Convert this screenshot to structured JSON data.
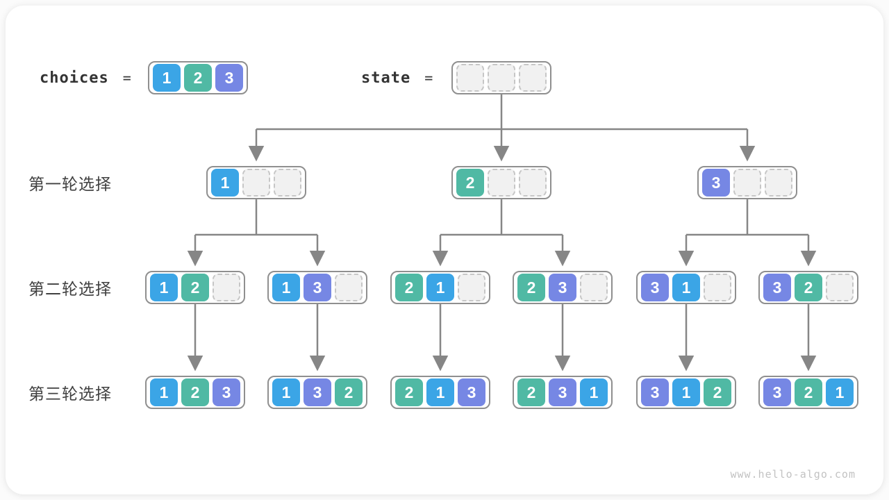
{
  "diagram": {
    "header": {
      "choices_label": "choices",
      "state_label": "state",
      "equals": "=",
      "choices_values": [
        1,
        2,
        3
      ],
      "state_slot_count": 3
    },
    "rows": [
      {
        "label": "第一轮选择",
        "nodes": [
          [
            1
          ],
          [
            2
          ],
          [
            3
          ]
        ]
      },
      {
        "label": "第二轮选择",
        "nodes": [
          [
            1,
            2
          ],
          [
            1,
            3
          ],
          [
            2,
            1
          ],
          [
            2,
            3
          ],
          [
            3,
            1
          ],
          [
            3,
            2
          ]
        ]
      },
      {
        "label": "第三轮选择",
        "nodes": [
          [
            1,
            2,
            3
          ],
          [
            1,
            3,
            2
          ],
          [
            2,
            1,
            3
          ],
          [
            2,
            3,
            1
          ],
          [
            3,
            1,
            2
          ],
          [
            3,
            2,
            1
          ]
        ]
      }
    ],
    "colors": {
      "value1": "#3BA5E6",
      "value2": "#50B9A4",
      "value3": "#7687E4",
      "arrow": "#868686",
      "node_border": "#8F8F8F",
      "empty_fill": "#F1F1F1",
      "empty_border": "#C6C6C6"
    },
    "watermark": "www.hello-algo.com"
  }
}
